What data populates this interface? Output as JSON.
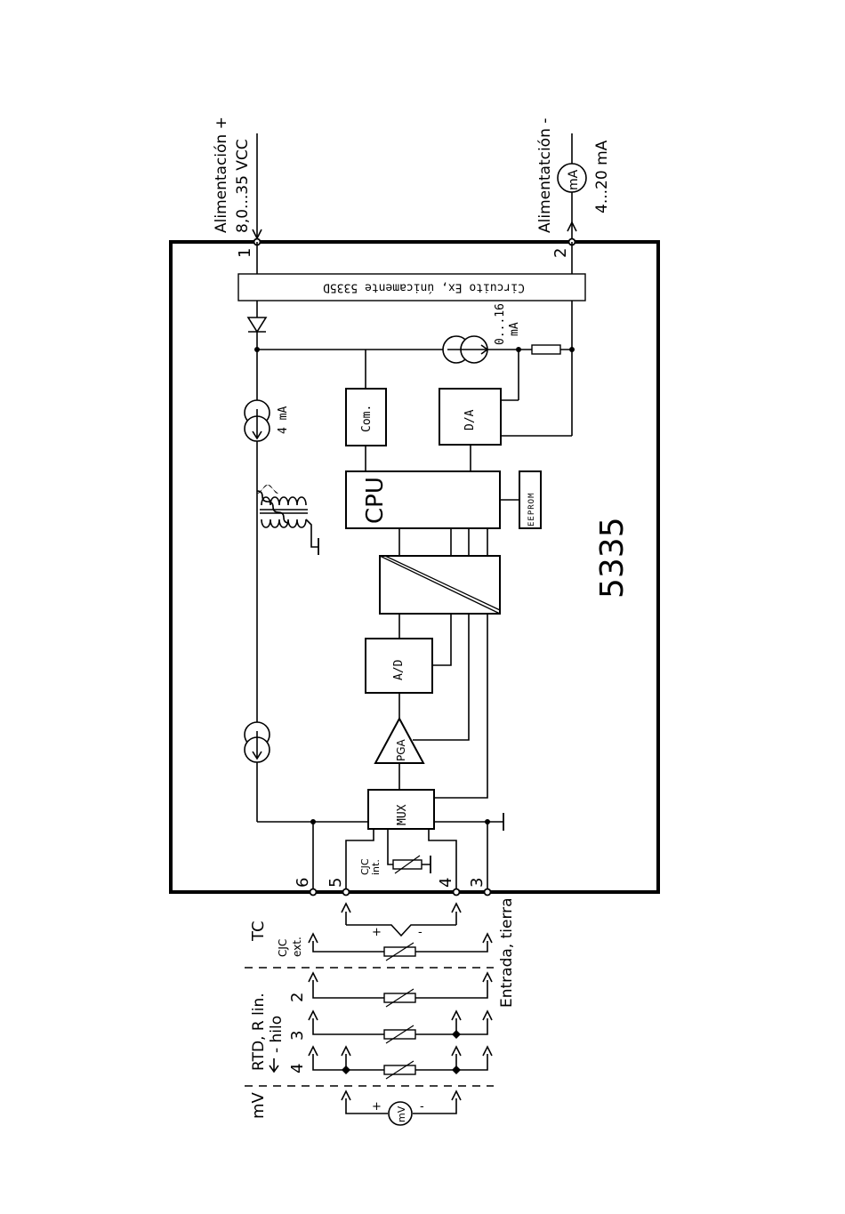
{
  "power_plus_label": "Alimentación +",
  "power_range_label": "8,0...35 VCC",
  "power_minus_label": "Alimentatción -",
  "output_range_label": "4...20 mA",
  "meter_label": "mA",
  "terminal_labels": [
    "1",
    "2",
    "3",
    "4",
    "5",
    "6"
  ],
  "ex_circuit_label": "Circuito Ex, únicamente 5335D",
  "current_source_label": "4 mA",
  "output_stage_label_1": "0...16",
  "output_stage_label_2": "mA",
  "com_label": "Com.",
  "da_label": "D/A",
  "cpu_label": "CPU",
  "eeprom_label": "EEPROM",
  "ad_label": "A/D",
  "pga_label": "PGA",
  "mux_label": "MUX",
  "cjc_int_label_1": "CJC",
  "cjc_int_label_2": "int.",
  "model_label": "5335",
  "tc_label": "TC",
  "cjc_ext_label_1": "CJC",
  "cjc_ext_label_2": "ext.",
  "rtd_label": "RTD, R lin.",
  "wire_label": "- hilo",
  "wire_count_labels": [
    "2",
    "3",
    "4"
  ],
  "mv_label": "mV",
  "mv_source_label": "mV",
  "ground_label": "Entrada, tierra",
  "plus_sign": "+",
  "minus_sign": "-"
}
